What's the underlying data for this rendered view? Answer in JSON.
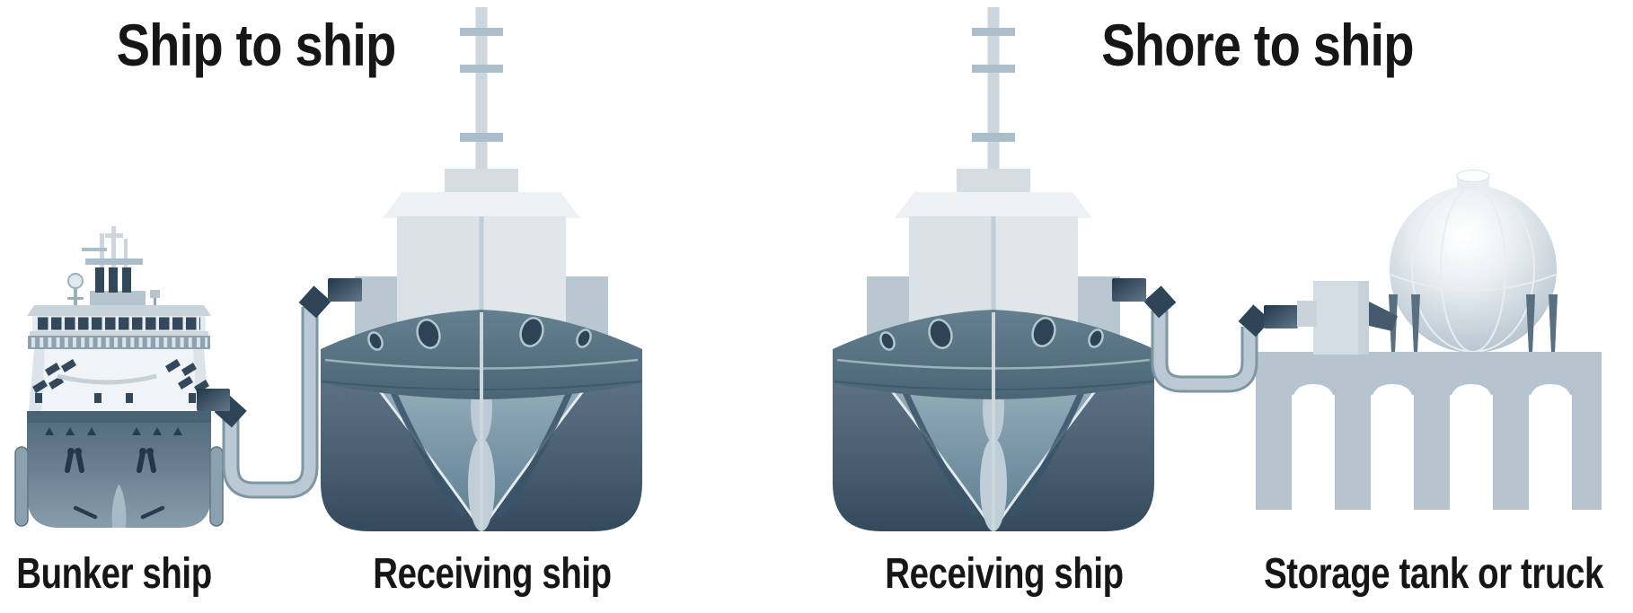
{
  "figure_type": "lng-bunkering-methods-infographic",
  "panels": [
    {
      "id": "ship-to-ship",
      "title": "Ship to ship",
      "items": [
        {
          "label": "Bunker ship"
        },
        {
          "label": "Receiving ship"
        }
      ]
    },
    {
      "id": "shore-to-ship",
      "title": "Shore to ship",
      "items": [
        {
          "label": "Receiving ship"
        },
        {
          "label": "Storage tank or truck"
        }
      ]
    }
  ],
  "colors": {
    "text": "#161616",
    "mast": "#cdd6dd",
    "bar": "#a9bdcb",
    "wing": "#b9c7d1",
    "cabin": "#dae1e7",
    "roof": "#eef1f4",
    "pier": "#b5c4cf",
    "box": "#d5dde4",
    "tank-leg": "#5a7080",
    "hose": "#bac9d4",
    "hose-edge": "#7e95a4",
    "window-dark": "#33495b",
    "white-struct": "#f1f4f6"
  }
}
